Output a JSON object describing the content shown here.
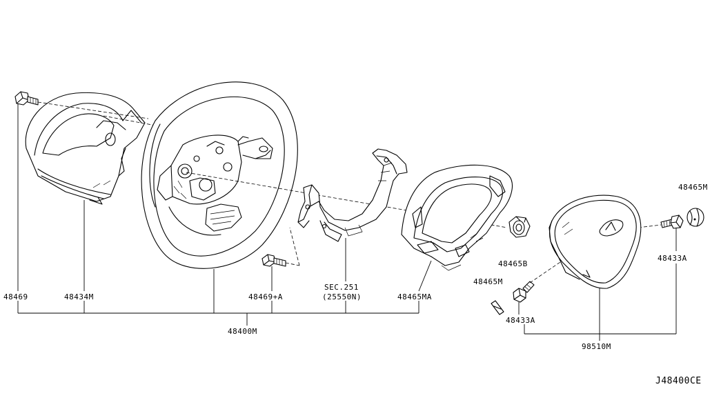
{
  "parts": {
    "p48469": "48469",
    "p48434M": "48434M",
    "p48400M": "48400M",
    "p48469A": "48469+A",
    "sec251_line1": "SEC.251",
    "sec251_line2": "(25550N)",
    "p48465MA": "48465MA",
    "p48465B": "48465B",
    "p48465M_left": "48465M",
    "p48433A_left": "48433A",
    "p98510M": "98510M",
    "p48465M_right": "48465M",
    "p48433A_right": "48433A"
  },
  "diagram_id": "J48400CE"
}
